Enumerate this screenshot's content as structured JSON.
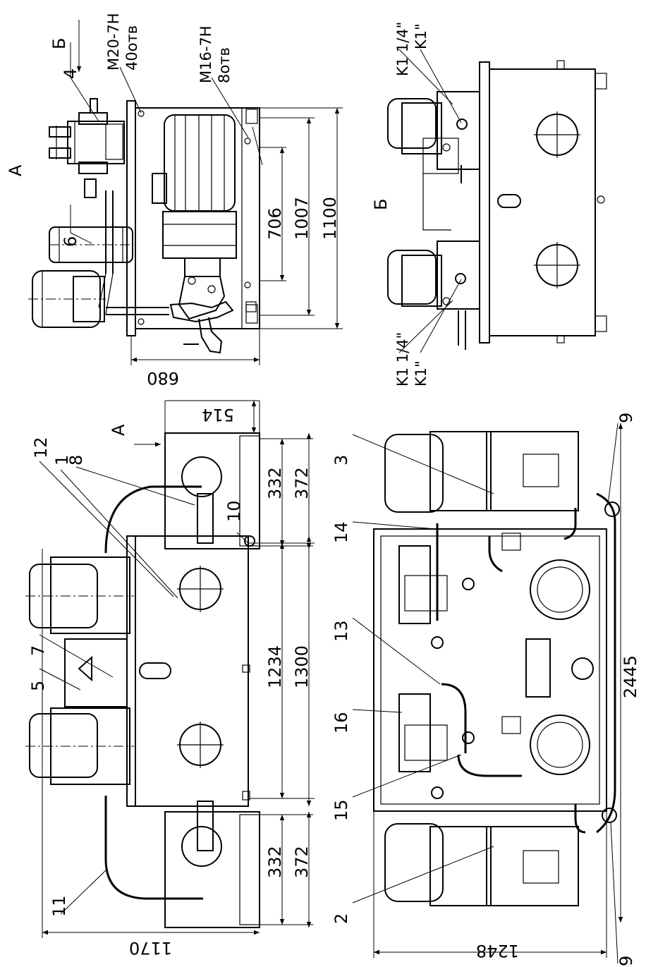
{
  "title": "",
  "top_right_view": {
    "callouts": [
      "4",
      "6"
    ],
    "view_arrow": "Б",
    "view_letter": "A",
    "thread1": "M20-7H",
    "thread1_depth": "40отв",
    "thread2": "M16-7H",
    "thread2_depth": "8отв",
    "dims": [
      "706",
      "1007",
      "1100",
      "680"
    ]
  },
  "bottom_right_view": {
    "view_letter": "Б",
    "port_upper_1": "K1 1/4\"",
    "port_upper_2": "K1\"",
    "port_lower_1": "K1 1/4\"",
    "port_lower_2": "K1\""
  },
  "top_left_view": {
    "callouts": [
      "12",
      "1",
      "8",
      "7",
      "5",
      "10",
      "11"
    ],
    "view_arrow": "A",
    "dims": [
      "514",
      "332",
      "372",
      "1234",
      "1300",
      "332",
      "372",
      "1170"
    ]
  },
  "bottom_left_view": {
    "callouts": [
      "3",
      "14",
      "13",
      "16",
      "15",
      "2",
      "9",
      "9"
    ],
    "dims": [
      "2445",
      "1248"
    ]
  }
}
